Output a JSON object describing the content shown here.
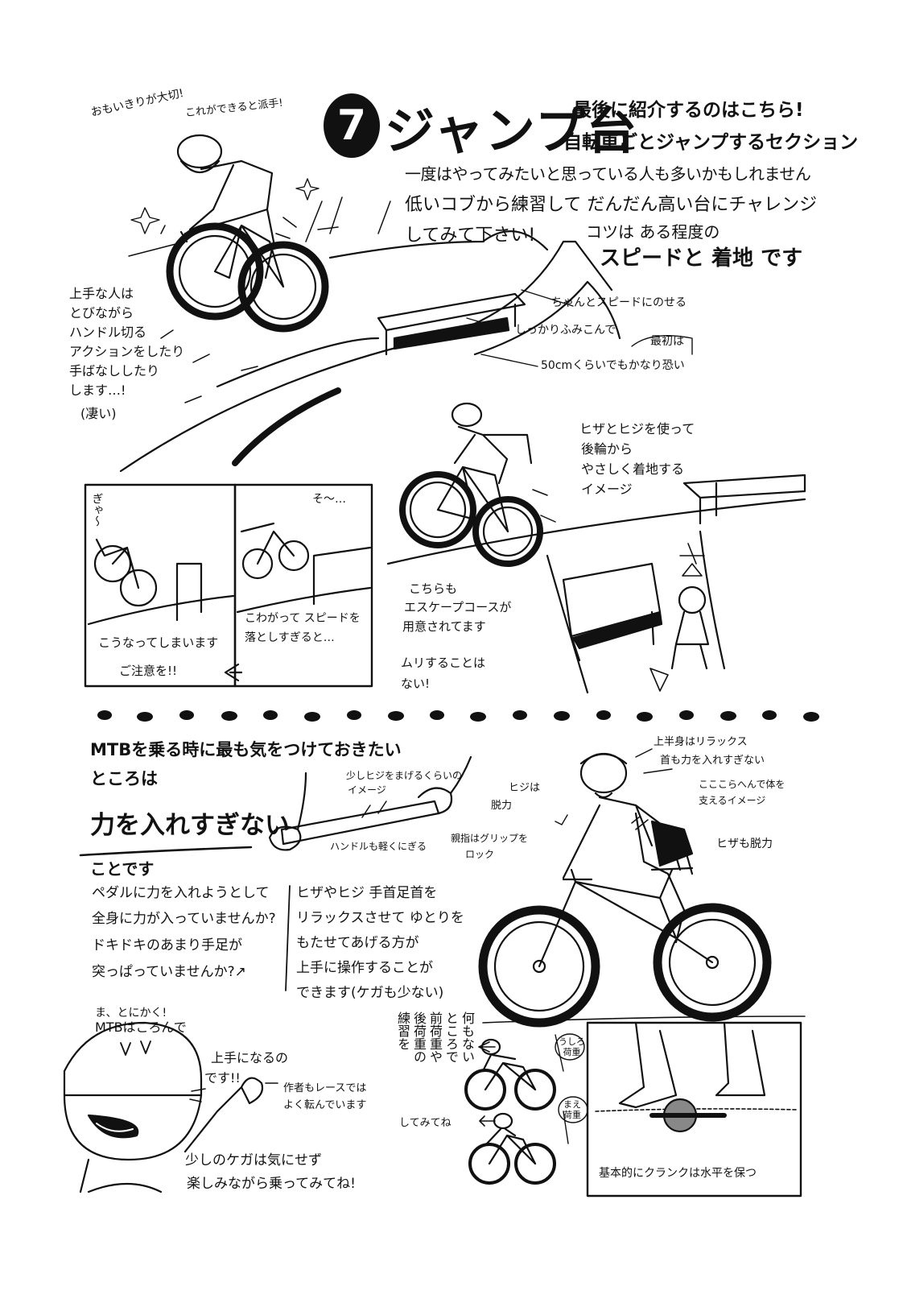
{
  "section_number": "7",
  "section_title": "ジャンプ台",
  "top_notes": {
    "note_a": "おもいきりが大切!",
    "note_b": "これができると派手!"
  },
  "intro_lines": [
    "最後に紹介するのはこちら!",
    "自転車ごとジャンプするセクション",
    "一度はやってみたいと思っている人も多いかもしれません",
    "低いコブから練習して だんだん高い台にチャレンジ",
    "してみて下さい!"
  ],
  "tip_lines": [
    "コツは ある程度の",
    "スピードと 着地 です"
  ],
  "jump_labels": {
    "speed": "ちゃんとスピードにのせる",
    "stomp": "しっかりふみこんで",
    "first_label": "最初は",
    "height": "50cmくらいでもかなり恐い"
  },
  "left_notes": [
    "上手な人は",
    "とびながら",
    "ハンドル切る",
    "アクションをしたり",
    "手ばなししたり",
    "します…!",
    "(凄い)"
  ],
  "landing_notes": [
    "ヒザとヒジを使って",
    "後輪から",
    "やさしく着地する",
    "イメージ"
  ],
  "panel_1": {
    "sfx": "ぎゃ〜",
    "line1": "こうなってしまいます",
    "line2": "ご注意を!!"
  },
  "panel_2": {
    "sfx": "そ〜…",
    "line1": "こわがって スピードを",
    "line2": "落としすぎると…"
  },
  "escape_notes": [
    "こちらも",
    "エスケープコースが",
    "用意されてます"
  ],
  "no_force": [
    "ムリすることは",
    "ない!"
  ],
  "mtb_heading": "MTBを乗る時に最も気をつけておきたい",
  "mtb_heading_2": "ところは",
  "key_phrase": "力を入れすぎない",
  "key_phrase_end": "ことです",
  "question_lines": [
    "ペダルに力を入れようとして",
    "全身に力が入っていませんか?",
    "ドキドキのあまり手足が",
    "突っぱっていませんか?↗"
  ],
  "answer_lines": [
    "ヒザやヒジ 手首足首を",
    "リラックスさせて ゆとりを",
    "もたせてあげる方が",
    "上手に操作することが",
    "できます(ケガも少ない)"
  ],
  "grip_notes": {
    "bend": "少しヒジをまげるくらいの",
    "image": "イメージ",
    "handle": "ハンドルも軽くにぎる",
    "thumb": "親指はグリップを",
    "lock": "ロック"
  },
  "rider_notes": {
    "upper": "上半身はリラックス",
    "neck": "首も力を入れすぎない",
    "elbow": "ヒジは",
    "elbow_2": "脱力",
    "hip": "こここらへんで体を",
    "hip_2": "支えるイメージ",
    "knee": "ヒザも脱力"
  },
  "closing": {
    "line1": "ま、とにかく!",
    "line2": "MTBはころんで",
    "line3": "上手になるの",
    "line4": "です!!",
    "author": "作者もレースでは",
    "author_2": "よく転んでいます",
    "hurt": "少しのケガは気にせず",
    "enjoy": "楽しみながら乗ってみてね!"
  },
  "weight_practice": {
    "vertical": [
      "何もない",
      "ところで",
      "前荷重や",
      "後荷重の",
      "練習を"
    ],
    "tail": "してみてね",
    "rear": "うしろ\n荷重",
    "front": "まえ\n荷重"
  },
  "crank_note": "基本的にクランクは水平を保つ"
}
